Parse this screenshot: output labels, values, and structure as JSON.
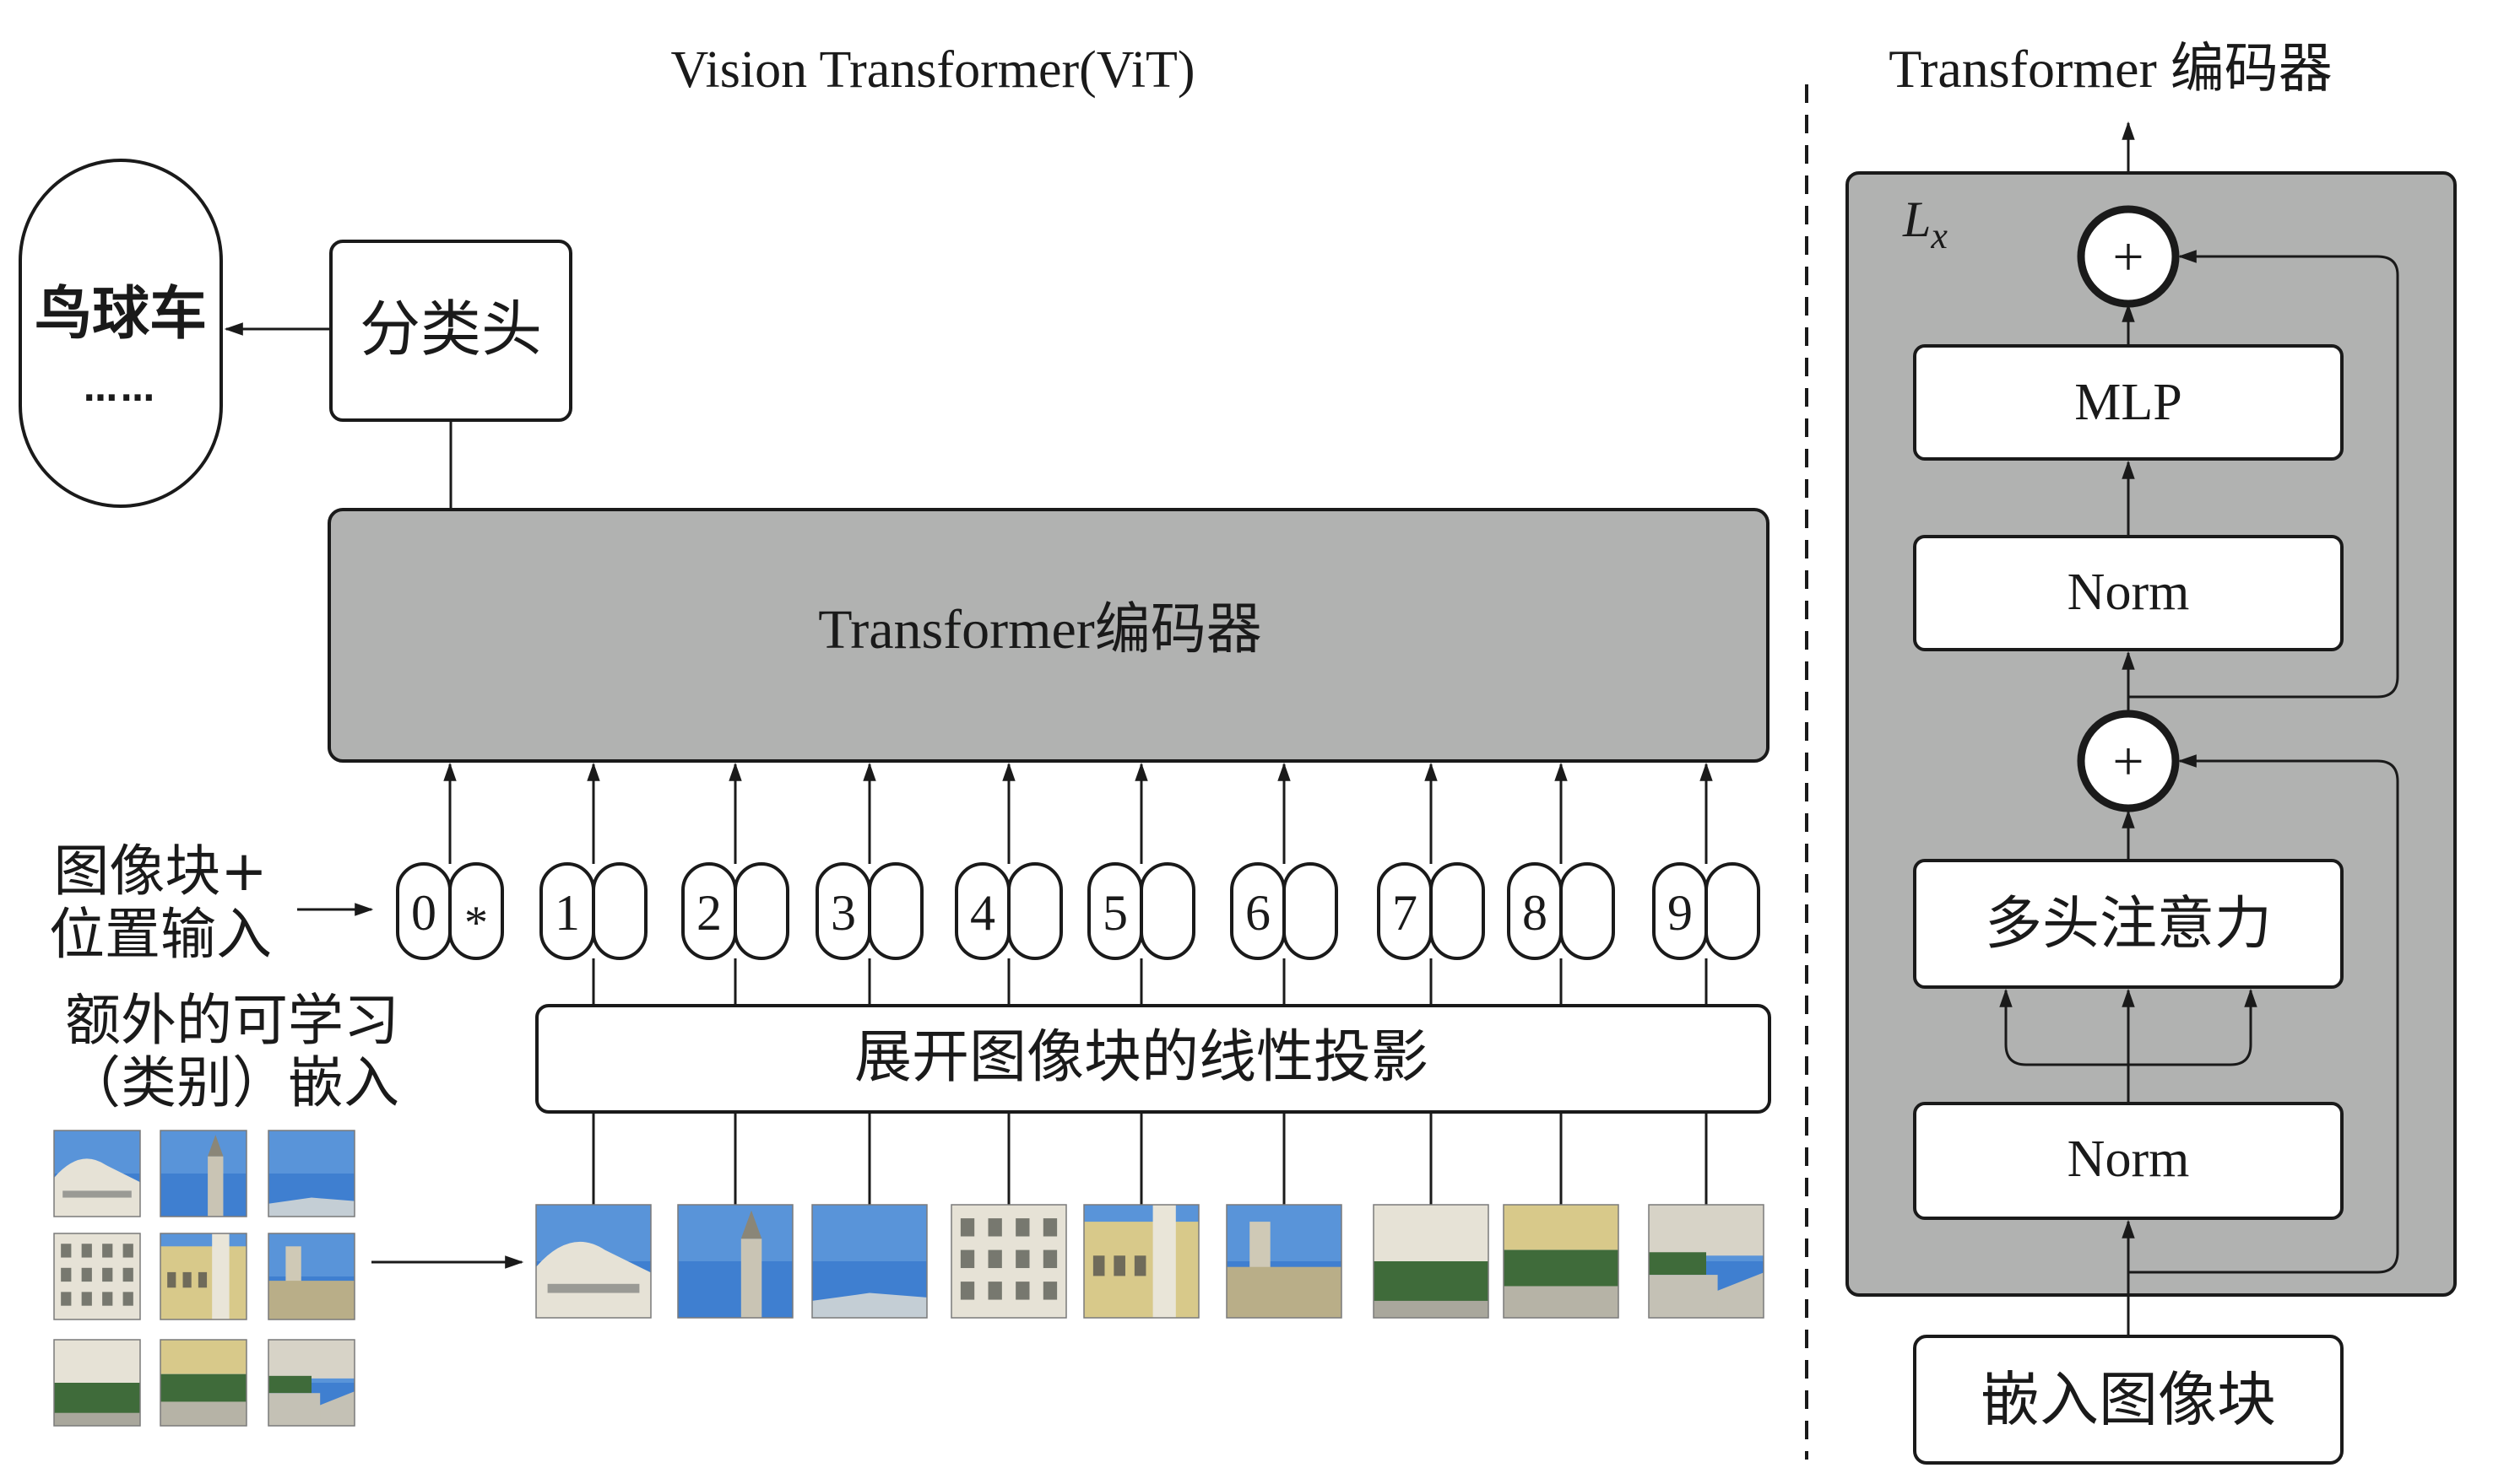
{
  "titles": {
    "vit": "Vision Transformer(ViT)",
    "encoder_detail": "Transformer 编码器"
  },
  "output": {
    "classes": "鸟球车",
    "ellipsis": "……"
  },
  "classification_head": "分类头",
  "encoder_block": "Transformer编码器",
  "patch_position_label": [
    "图像块+",
    "位置输入"
  ],
  "extra_embedding_label": [
    "额外的可学习",
    "（类别）嵌入"
  ],
  "projection": "展开图像块的线性投影",
  "class_token": {
    "index": "0",
    "mark": "*"
  },
  "tokens": [
    "1",
    "2",
    "3",
    "4",
    "5",
    "6",
    "7",
    "8",
    "9"
  ],
  "encoder_detail": {
    "repeat": "L",
    "repeat_sub": "x",
    "add_symbol": "+",
    "mlp": "MLP",
    "norm_top": "Norm",
    "attention": "多头注意力",
    "norm_bottom": "Norm",
    "input": "嵌入图像块"
  },
  "colors": {
    "encoder_fill": "#b1b2b1",
    "stroke": "#1a1a1a",
    "sky": "#3f7fd0",
    "building": "#e6e2d6",
    "grass": "#3f6b3a"
  }
}
